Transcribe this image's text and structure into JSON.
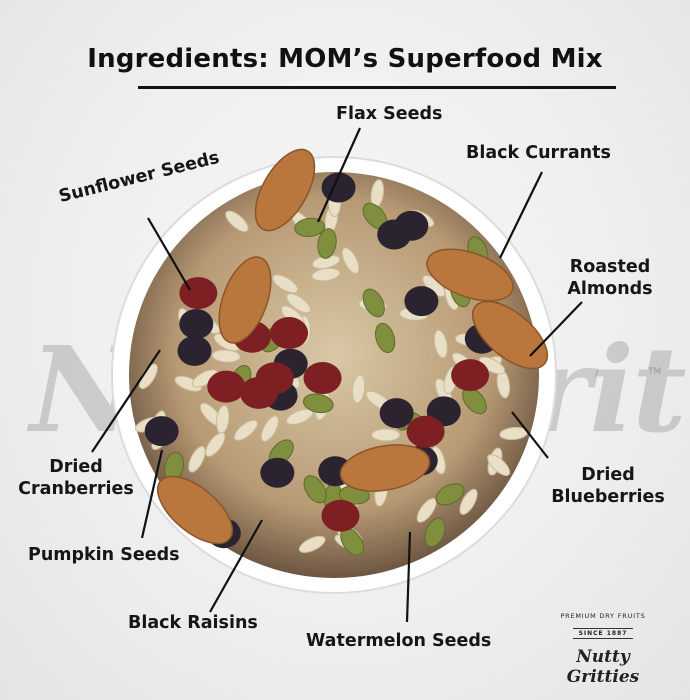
{
  "title": "Ingredients: MOM’s Superfood Mix",
  "labels": {
    "flax": "Flax Seeds",
    "black_currants": "Black Currants",
    "sunflower": "Sunflower Seeds",
    "roasted_almonds_1": "Roasted",
    "roasted_almonds_2": "Almonds",
    "dried_cranberries_1": "Dried",
    "dried_cranberries_2": "Cranberries",
    "dried_blueberries_1": "Dried",
    "dried_blueberries_2": "Blueberries",
    "pumpkin": "Pumpkin Seeds",
    "black_raisins": "Black Raisins",
    "watermelon": "Watermelon Seeds"
  },
  "watermark": "Nutty Gritties",
  "trademark": "TM",
  "logo": {
    "line1": "PREMIUM DRY FRUITS",
    "line2": "SINCE 1887",
    "brand": "Nutty Gritties"
  },
  "colors": {
    "almond": "#b9773d",
    "raisin": "#2b2430",
    "cranberry": "#7e1f24",
    "pumpkin": "#7f8f3e",
    "sunflower": "#e9dfc6",
    "bowl": "#ffffff"
  }
}
